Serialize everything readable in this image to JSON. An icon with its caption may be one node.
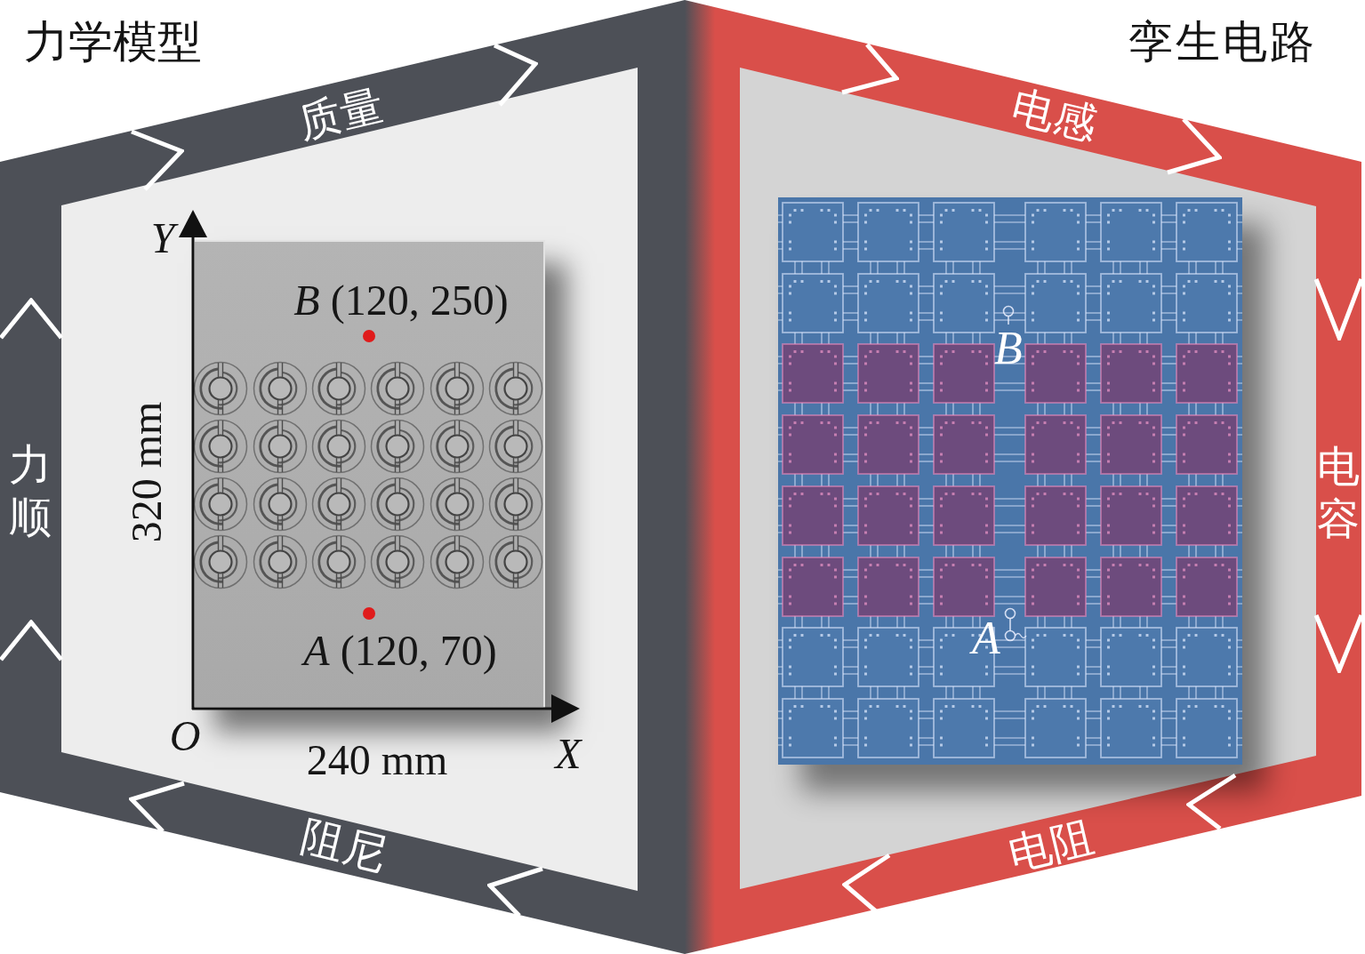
{
  "diagram": {
    "nodes": [
      {
        "text": [
          "力学模型",
          "质量",
          "力顺",
          "阻尼"
        ]
      },
      {
        "text": [
          "*B* (120, 250)",
          "*A* (120, 70)"
        ],
        "in": 0
      },
      {
        "text": [
          "孪生电路",
          "电感",
          "电容",
          "电阻"
        ]
      },
      {
        "text": [
          "B",
          "A"
        ],
        "in": 2
      }
    ],
    "labels": [
      "Y",
      "320 mm",
      "O",
      "240 mm",
      "X"
    ]
  }
}
